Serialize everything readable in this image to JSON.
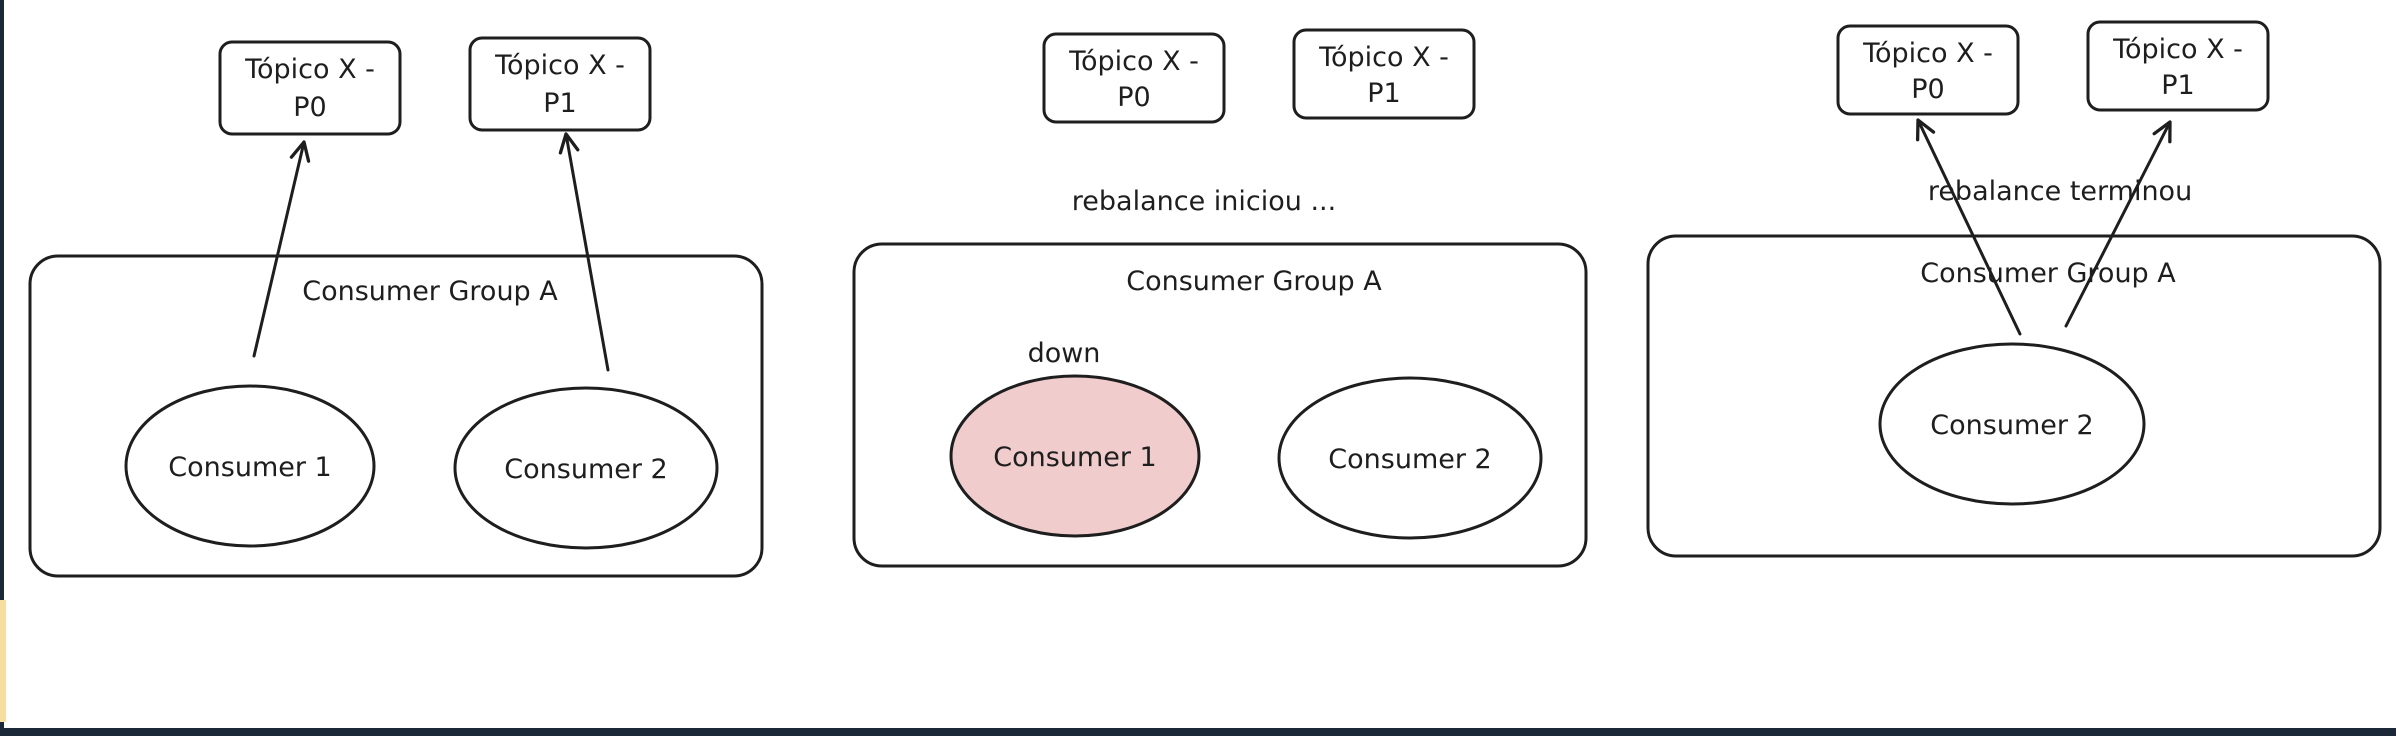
{
  "panels": [
    {
      "group_label": "Consumer Group A",
      "topics": [
        {
          "line1": "Tópico X -",
          "line2": "P0"
        },
        {
          "line1": "Tópico X -",
          "line2": "P1"
        }
      ],
      "consumers": [
        {
          "label": "Consumer 1"
        },
        {
          "label": "Consumer 2"
        }
      ]
    },
    {
      "group_label": "Consumer Group A",
      "status": "rebalance iniciou ...",
      "down_label": "down",
      "topics": [
        {
          "line1": "Tópico X -",
          "line2": "P0"
        },
        {
          "line1": "Tópico X -",
          "line2": "P1"
        }
      ],
      "consumers": [
        {
          "label": "Consumer 1",
          "state": "down"
        },
        {
          "label": "Consumer 2"
        }
      ]
    },
    {
      "group_label": "Consumer Group A",
      "status": "rebalance terminou",
      "topics": [
        {
          "line1": "Tópico X -",
          "line2": "P0"
        },
        {
          "line1": "Tópico X -",
          "line2": "P1"
        }
      ],
      "consumers": [
        {
          "label": "Consumer 2"
        }
      ]
    }
  ],
  "colors": {
    "stroke": "#1e1e1e",
    "down_fill": "#f0cccc",
    "frame_dark": "#1b2838",
    "frame_accent": "#f6dea0"
  }
}
